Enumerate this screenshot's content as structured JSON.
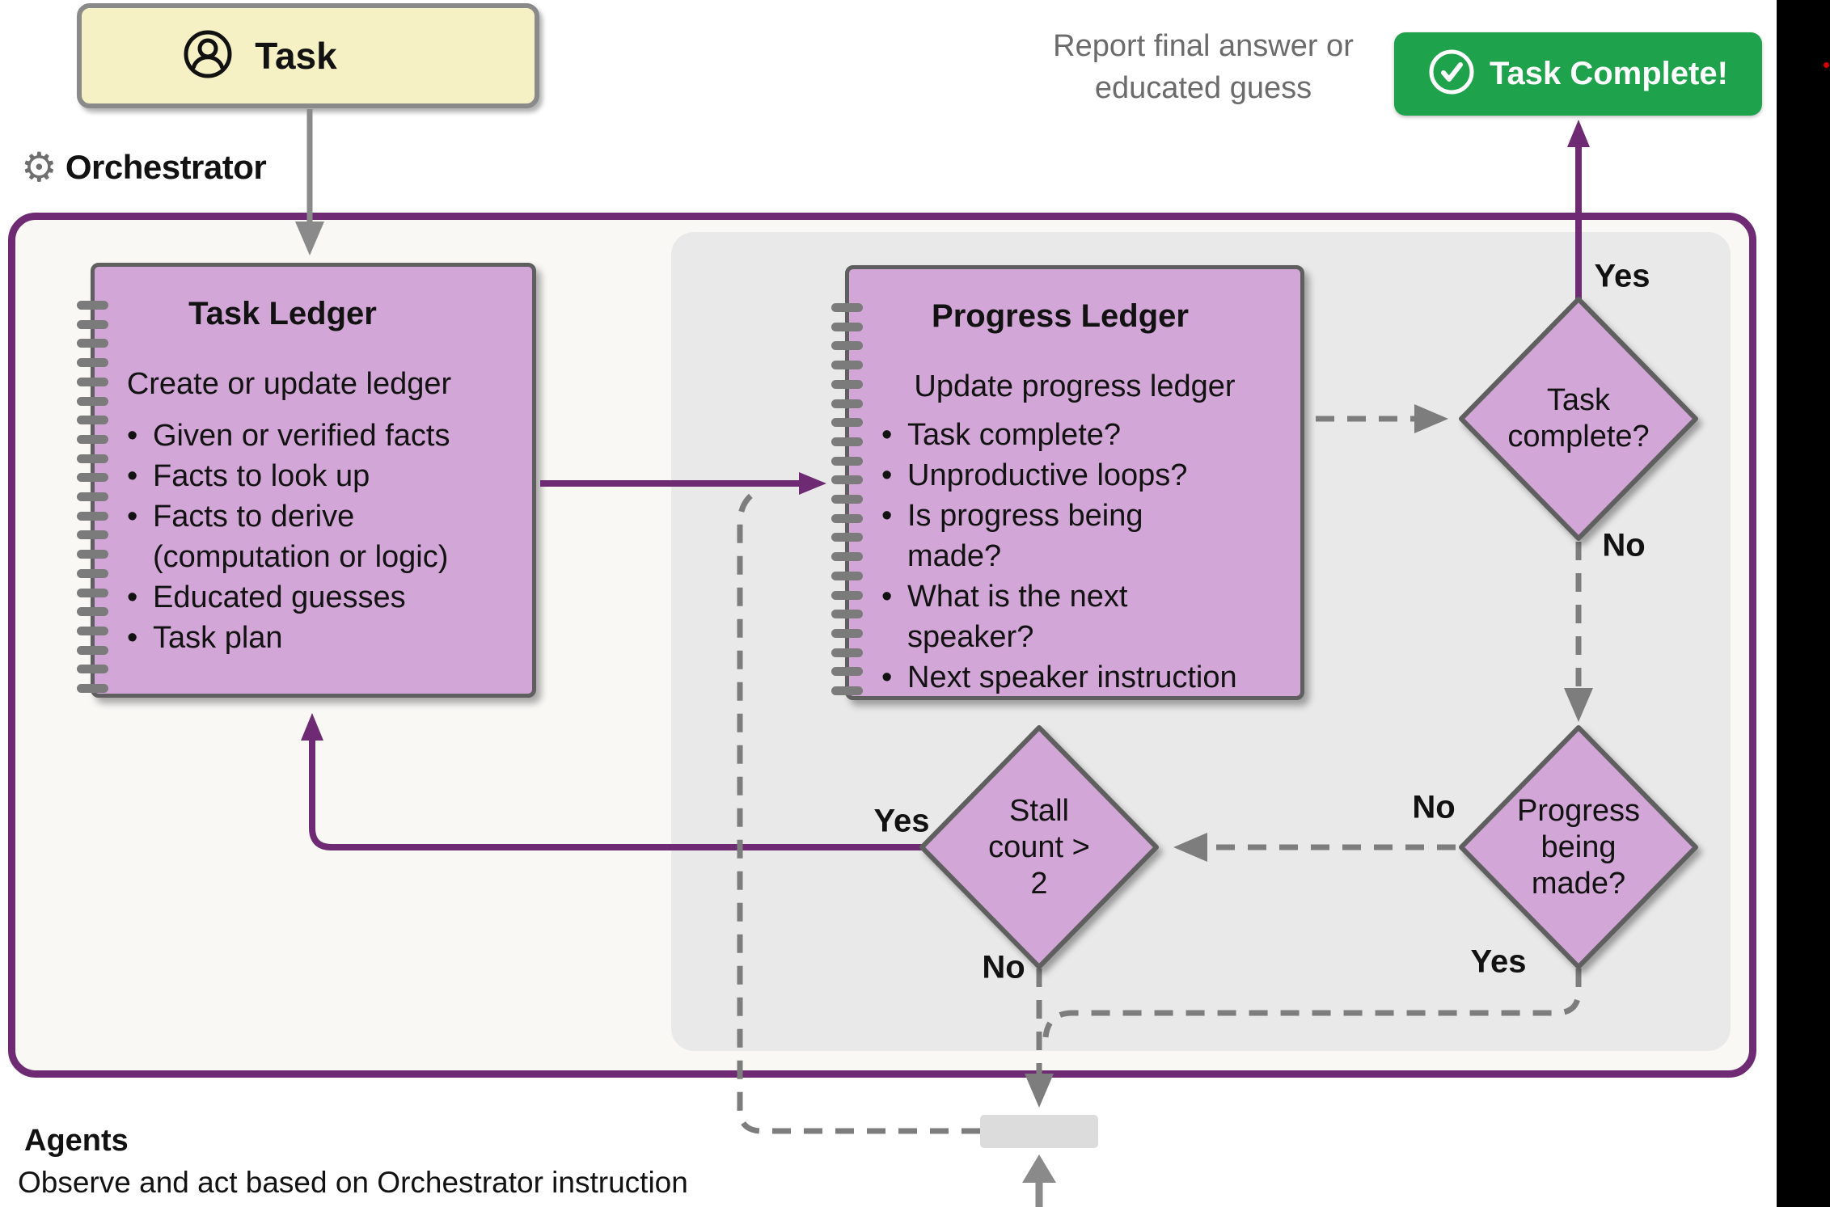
{
  "task_box": {
    "label": "Task"
  },
  "orchestrator": {
    "label": "Orchestrator"
  },
  "icons": {
    "gear": "⚙"
  },
  "task_ledger": {
    "title": "Task Ledger",
    "subtitle": "Create or update ledger",
    "bullets": [
      "Given or verified facts",
      "Facts to look up",
      "Facts to derive\n(computation or logic)",
      "Educated guesses",
      "Task plan"
    ]
  },
  "progress_ledger": {
    "title": "Progress Ledger",
    "subtitle": "Update progress ledger",
    "bullets": [
      "Task complete?",
      "Unproductive loops?",
      "Is progress being\nmade?",
      "What is the next\nspeaker?",
      "Next speaker instruction"
    ]
  },
  "decisions": {
    "task_complete": "Task\ncomplete?",
    "progress_being_made": "Progress\nbeing\nmade?",
    "stall_count": "Stall\ncount >\n2"
  },
  "edge_labels": {
    "task_complete_yes": "Yes",
    "task_complete_no": "No",
    "progress_no": "No",
    "progress_yes": "Yes",
    "stall_yes": "Yes",
    "stall_no": "No"
  },
  "report_note": "Report final answer or\neducated guess",
  "complete_banner": {
    "label": "Task Complete!"
  },
  "agents": {
    "title": "Agents",
    "subtitle": "Observe and act based on Orchestrator instruction"
  },
  "colors": {
    "purple": "#6e2a73",
    "pink": "#d2a6d6",
    "pink-border": "#5f5f5f",
    "green": "#1fa24c",
    "yellow": "#f6f1c5",
    "yellow-border": "#8a8a8a",
    "gray-arrow": "#8a8a8a",
    "gray-dash": "#7d7d7d",
    "panel": "#e9e9e9",
    "orch-bg": "#faf8f5",
    "chip": "#dcdcdc",
    "note-text": "#6b6b6b",
    "spiral": "#7b7b7b",
    "strip": "#000000",
    "dot": "#d40000"
  }
}
